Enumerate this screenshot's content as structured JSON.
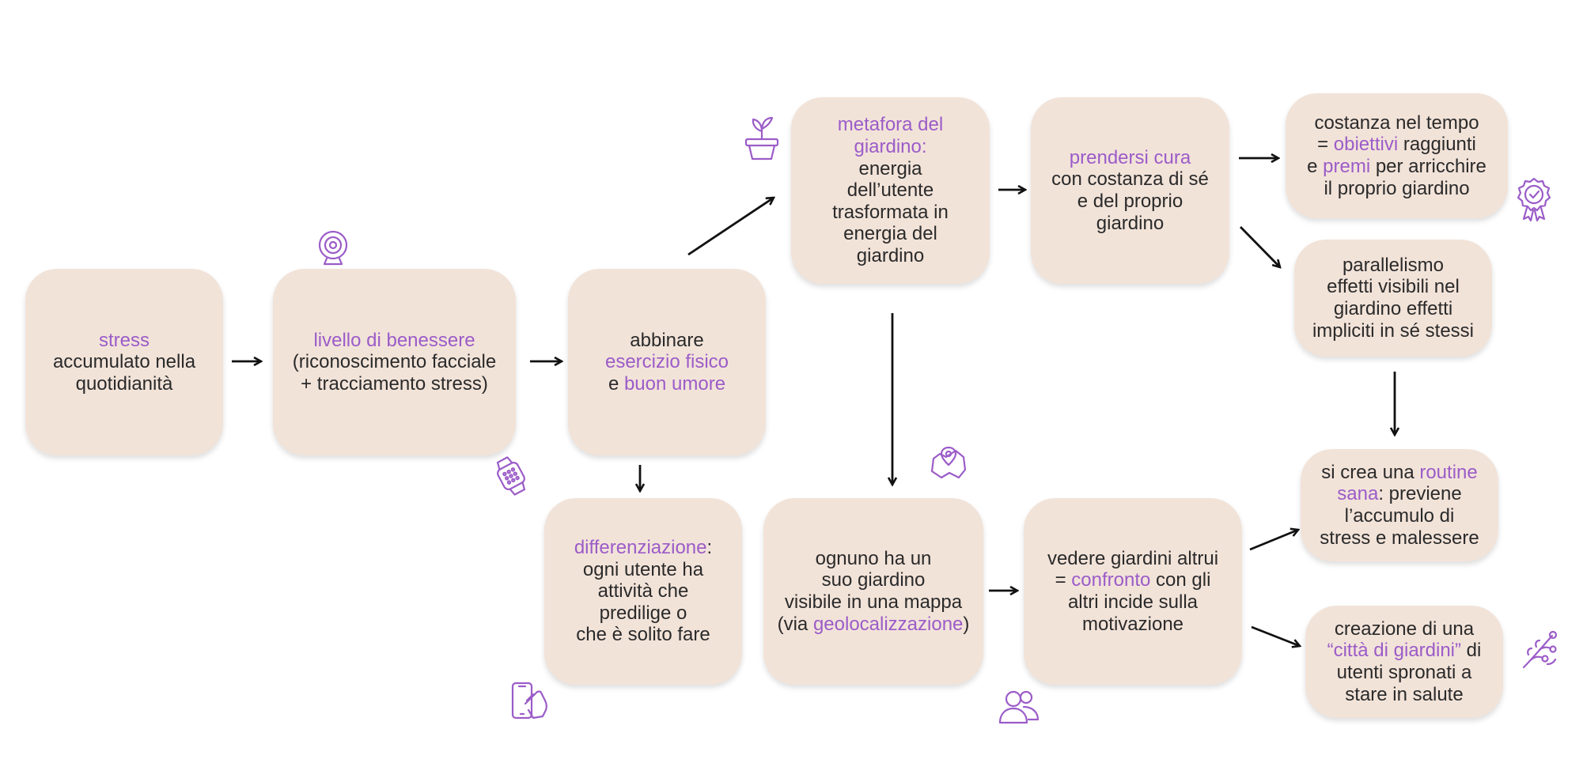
{
  "accent_color": "#9b5cc8",
  "node_color": "#f2e3d9",
  "nodes": {
    "stress": {
      "hl1": "stress",
      "t1": "accumulato nella",
      "t2": "quotidianità"
    },
    "benessere": {
      "hl1": "livello di benessere",
      "t1": "(riconoscimento facciale",
      "t2": "+ tracciamento stress)"
    },
    "abbinare": {
      "t1": "abbinare",
      "hl1": "esercizio fisico",
      "t2": "e ",
      "hl2": "buon umore"
    },
    "metafora": {
      "hl1": "metafora del",
      "hl2": "giardino:",
      "t1": "energia",
      "t2": "dell’utente",
      "t3": "trasformata in",
      "t4": "energia del",
      "t5": "giardino"
    },
    "cura": {
      "hl1": "prendersi cura",
      "t1": "con costanza di sé",
      "t2": "e del proprio",
      "t3": "giardino"
    },
    "costanza": {
      "t1": "costanza nel tempo",
      "t2": "= ",
      "hl1": "obiettivi",
      "t3": " raggiunti",
      "t4": "e ",
      "hl2": "premi",
      "t5": " per arricchire",
      "t6": "il proprio giardino"
    },
    "parallelismo": {
      "t1": "parallelismo",
      "t2": "effetti visibili nel",
      "t3": "giardino effetti",
      "t4": "impliciti in sé stessi"
    },
    "differenziazione": {
      "hl1": "differenziazione",
      "t0": ":",
      "t1": "ogni utente ha",
      "t2": "attività che",
      "t3": "predilige o",
      "t4": "che è solito fare"
    },
    "ognuno": {
      "t1": "ognuno ha un",
      "t2": "suo giardino",
      "t3": "visibile in una mappa",
      "t4": "(via ",
      "hl1": "geolocalizzazione",
      "t5": ")"
    },
    "vedere": {
      "t1": "vedere giardini altrui",
      "t2": "= ",
      "hl1": "confronto",
      "t3": " con gli",
      "t4": "altri incide sulla",
      "t5": "motivazione"
    },
    "routine": {
      "t1": "si crea una ",
      "hl1": "routine",
      "hl2": "sana",
      "t2": ":  previene",
      "t3": "l’accumulo di",
      "t4": "stress e malessere"
    },
    "citta": {
      "t1": "creazione di una",
      "hl1": "“città di giardini”",
      "t2": " di",
      "t3": "utenti spronati a",
      "t4": "stare in salute"
    }
  },
  "icons": [
    "plant-pot-icon",
    "webcam-icon",
    "smartwatch-icon",
    "map-pin-icon",
    "award-badge-icon",
    "phone-touch-icon",
    "users-icon",
    "flowering-branch-icon"
  ]
}
